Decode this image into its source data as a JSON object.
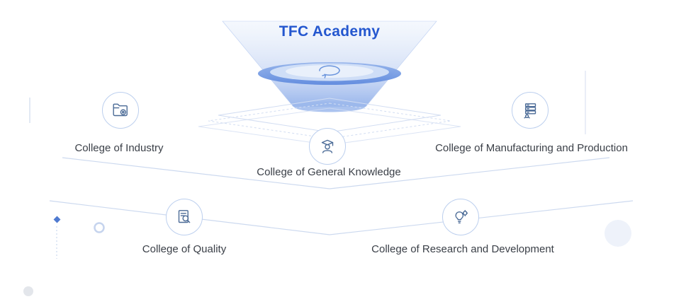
{
  "diagram": {
    "title": "TFC Academy",
    "accent_color": "#2457cf",
    "line_color": "#ccd9ef",
    "colleges": [
      {
        "id": "industry",
        "label": "College of Industry",
        "icon": "folder-gear-icon"
      },
      {
        "id": "general-knowledge",
        "label": "College of General Knowledge",
        "icon": "graduate-icon"
      },
      {
        "id": "manufacturing",
        "label": "College of Manufacturing and Production",
        "icon": "server-network-icon"
      },
      {
        "id": "quality",
        "label": "College of Quality",
        "icon": "document-search-icon"
      },
      {
        "id": "research-development",
        "label": "College of Research and Development",
        "icon": "lightbulb-gear-icon"
      }
    ]
  }
}
